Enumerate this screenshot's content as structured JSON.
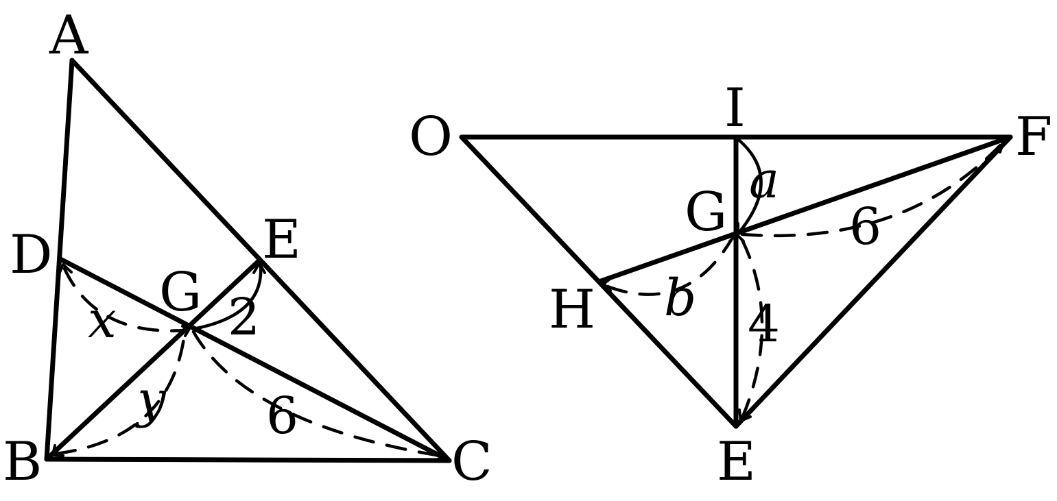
{
  "left_figure": {
    "points": {
      "A": "A",
      "B": "B",
      "C": "C",
      "D": "D",
      "E": "E",
      "G": "G"
    },
    "measures": {
      "GE": "2",
      "GC": "6",
      "DG": "x",
      "BG": "y"
    }
  },
  "right_figure": {
    "points": {
      "O": "O",
      "I": "I",
      "F": "F",
      "G": "G",
      "H": "H",
      "E": "E"
    },
    "measures": {
      "IG": "a",
      "GF": "6",
      "HG": "b",
      "GE": "4"
    }
  }
}
